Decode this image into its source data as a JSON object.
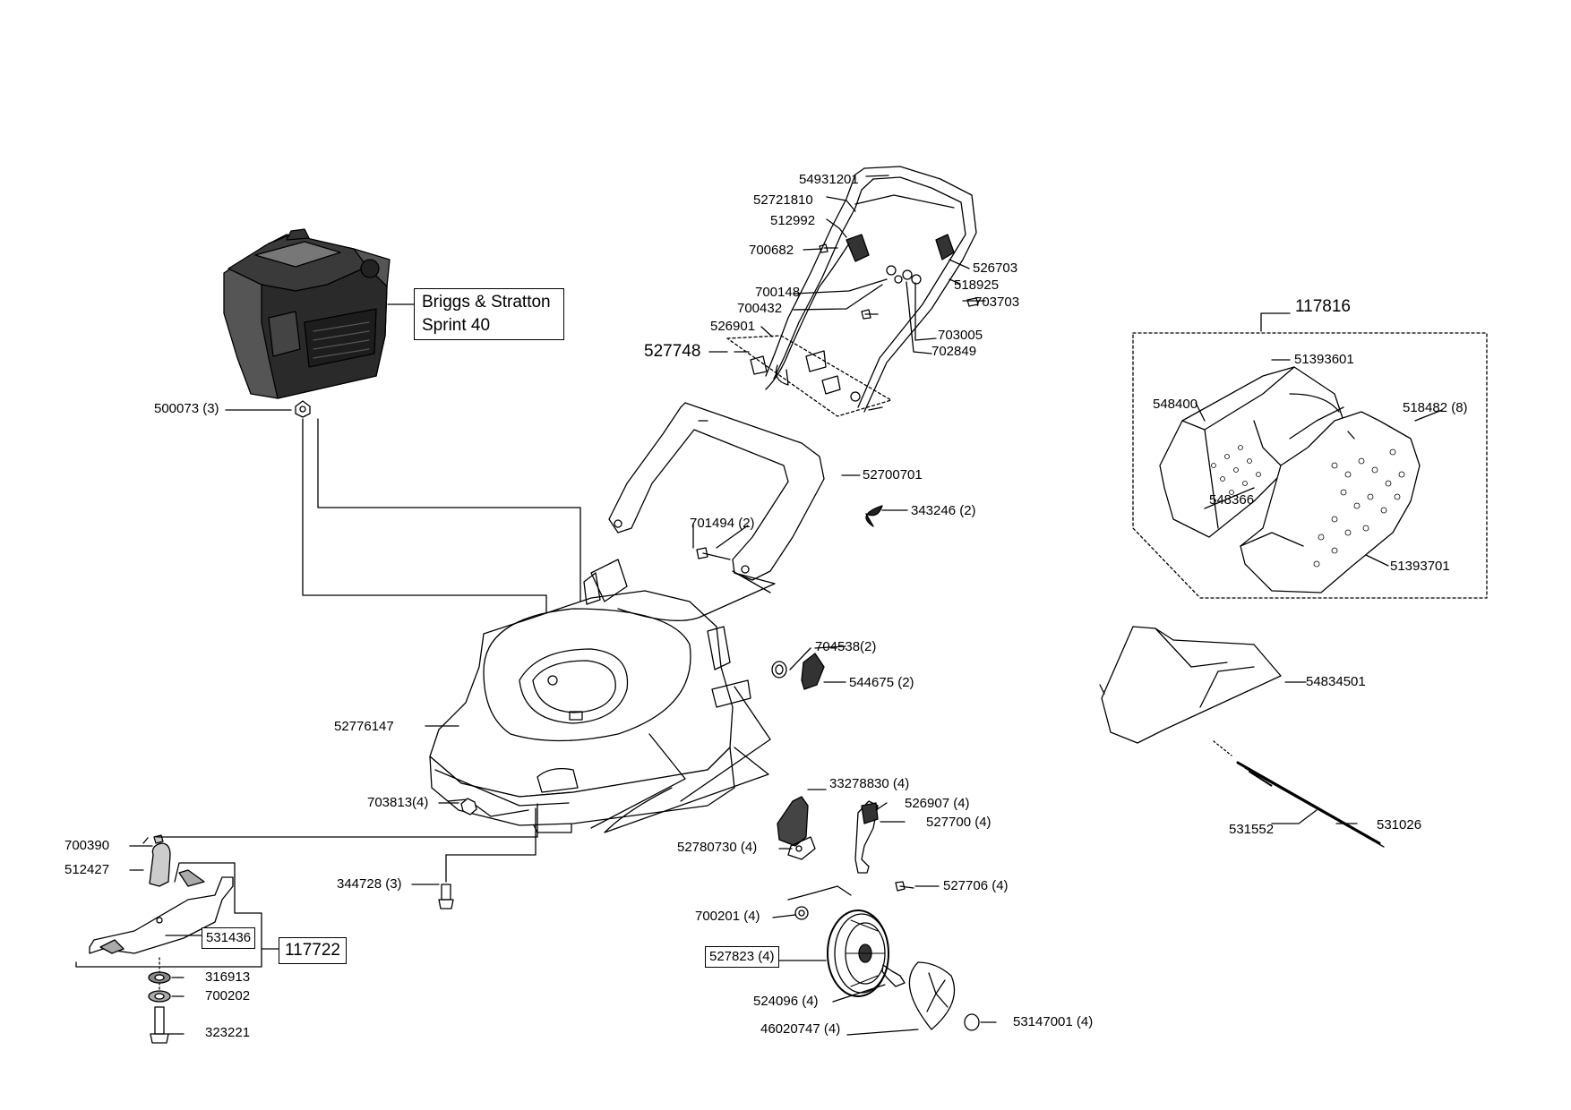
{
  "engine": {
    "brand_line1": "Briggs & Stratton",
    "brand_line2": "Sprint 40"
  },
  "labels": {
    "p54931201": "54931201",
    "p52721810": "52721810",
    "p512992": "512992",
    "p700682": "700682",
    "p526703": "526703",
    "p518925": "518925",
    "p703703": "703703",
    "p700148": "700148",
    "p700432": "700432",
    "p526901": "526901",
    "p703005": "703005",
    "p527748": "527748",
    "p702849": "702849",
    "p500073": "500073 (3)",
    "p52700701": "52700701",
    "p343246": "343246 (2)",
    "p701494": "701494 (2)",
    "p704538": "704538(2)",
    "p544675": "544675 (2)",
    "p52776147": "52776147",
    "p703813": "703813(4)",
    "p33278830": "33278830 (4)",
    "p526907": "526907 (4)",
    "p527700": "527700 (4)",
    "p52780730": "52780730 (4)",
    "p700390": "700390",
    "p512427": "512427",
    "p344728": "344728 (3)",
    "p527706": "527706 (4)",
    "p700201": "700201 (4)",
    "p531436": "531436",
    "p117722": "117722",
    "p316913": "316913",
    "p700202": "700202",
    "p323221": "323221",
    "p527823": "527823 (4)",
    "p524096": "524096 (4)",
    "p46020747": "46020747 (4)",
    "p53147001": "53147001 (4)",
    "p117816": "117816",
    "p51393601": "51393601",
    "p548400": "548400",
    "p518482": "518482 (8)",
    "p548366": "548366",
    "p51393701": "51393701",
    "p54834501": "54834501",
    "p531552": "531552",
    "p531026": "531026"
  }
}
